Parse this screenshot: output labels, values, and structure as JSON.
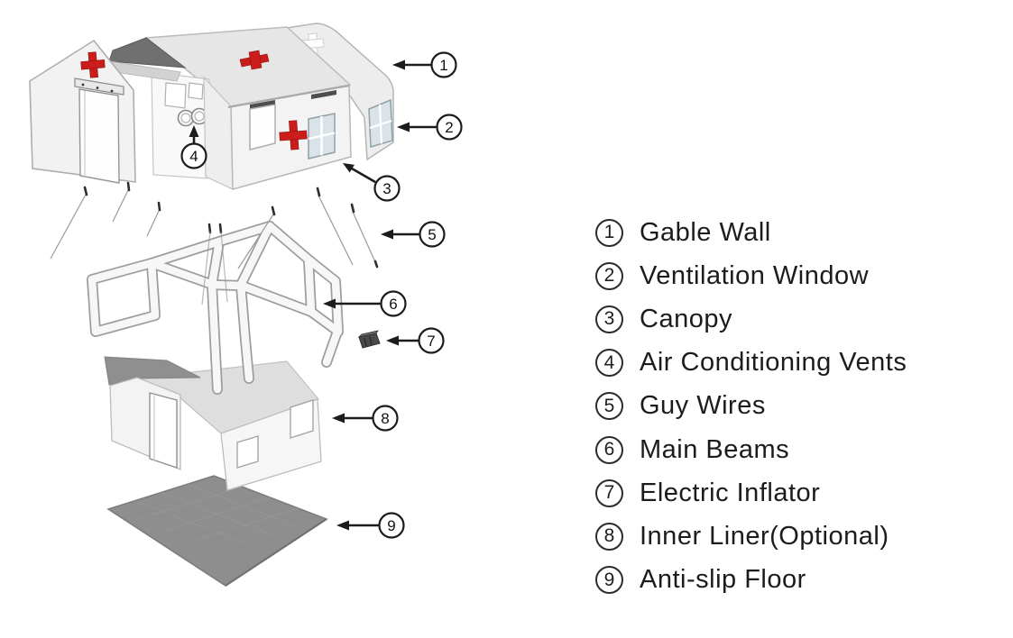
{
  "legend": {
    "items": [
      {
        "number": "1",
        "label": "Gable Wall"
      },
      {
        "number": "2",
        "label": "Ventilation Window"
      },
      {
        "number": "3",
        "label": "Canopy"
      },
      {
        "number": "4",
        "label": "Air Conditioning Vents"
      },
      {
        "number": "5",
        "label": "Guy Wires"
      },
      {
        "number": "6",
        "label": "Main Beams"
      },
      {
        "number": "7",
        "label": "Electric Inflator"
      },
      {
        "number": "8",
        "label": "Inner Liner(Optional)"
      },
      {
        "number": "9",
        "label": "Anti-slip Floor"
      }
    ]
  },
  "diagram": {
    "callouts": [
      {
        "number": "1"
      },
      {
        "number": "2"
      },
      {
        "number": "3"
      },
      {
        "number": "4"
      },
      {
        "number": "5"
      },
      {
        "number": "6"
      },
      {
        "number": "7"
      },
      {
        "number": "8"
      },
      {
        "number": "9"
      }
    ],
    "colors": {
      "cross_red": "#cb1e1c",
      "canopy_dark": "#707070",
      "floor_gray": "#8e8e8e",
      "window_blue": "#d9e3e8",
      "outline_black": "#1c1c1c"
    }
  }
}
